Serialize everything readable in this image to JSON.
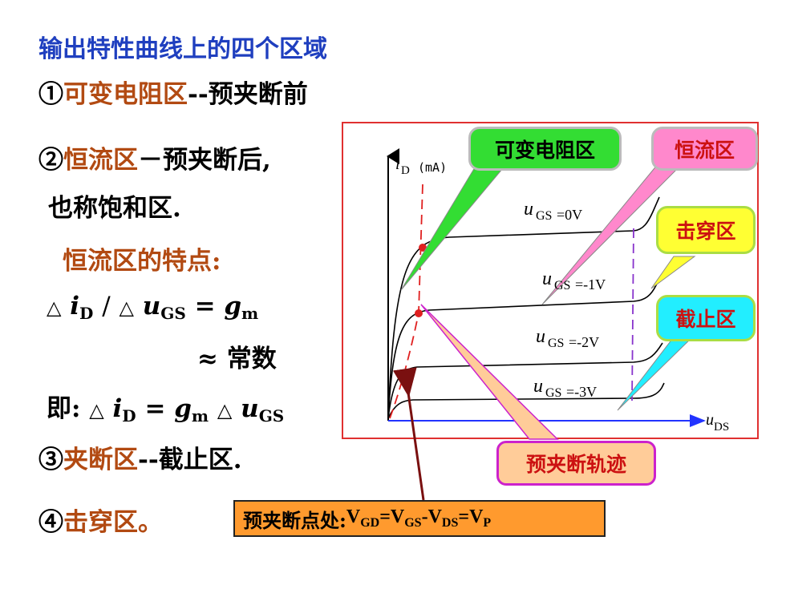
{
  "title": "输出特性曲线上的四个区域",
  "items": {
    "item1_num": "①",
    "item1_colored": "可变电阻区",
    "item1_rest": "--预夹断前",
    "item2_num": "②",
    "item2_colored": "恒流区",
    "item2_rest": "－预夹断后,",
    "item2_line2": "也称饱和区.",
    "features_label": "恒流区的特点:",
    "item3_num": "③",
    "item3_colored": "夹断区",
    "item3_rest": "--截止区.",
    "item4_num": "④",
    "item4_rest": "击穿区。"
  },
  "formula": {
    "delta": "△",
    "i": "i",
    "D": "D",
    "slash": "/",
    "u": "u",
    "GS": "GS",
    "eq": "=",
    "g": "g",
    "m": "m",
    "approx": "≈ 常数",
    "ji": "即:"
  },
  "diagram": {
    "y_axis_i": "i",
    "y_axis_sub": "D",
    "y_axis_unit": "(mA)",
    "x_axis_u": "u",
    "x_axis_sub": "DS",
    "curves": [
      {
        "u": "u",
        "sub": "GS",
        "val": "=0V"
      },
      {
        "u": "u",
        "sub": "GS",
        "val": "=-1V"
      },
      {
        "u": "u",
        "sub": "GS",
        "val": "=-2V"
      },
      {
        "u": "u",
        "sub": "GS",
        "val": "=-3V"
      }
    ],
    "callout_ohmic": "可变电阻区",
    "callout_constant": "恒流区",
    "callout_breakdown": "击穿区",
    "callout_cutoff": "截止区",
    "callout_pinchoff": "预夹断轨迹"
  },
  "bottom_box": {
    "prefix": "预夹断点处:",
    "V": "V",
    "GD": "GD",
    "GS": "GS",
    "DS": "DS",
    "P": "P",
    "eq": "=",
    "minus": "-"
  },
  "colors": {
    "title": "#1f3fbf",
    "region_text": "#b24a12",
    "frame": "#e03030",
    "green": "#33dd33",
    "pink": "#ff88cc",
    "yellow": "#ffff33",
    "cyan": "#22eeff",
    "peach": "#ffcc99",
    "orange": "#ff9a2e"
  }
}
